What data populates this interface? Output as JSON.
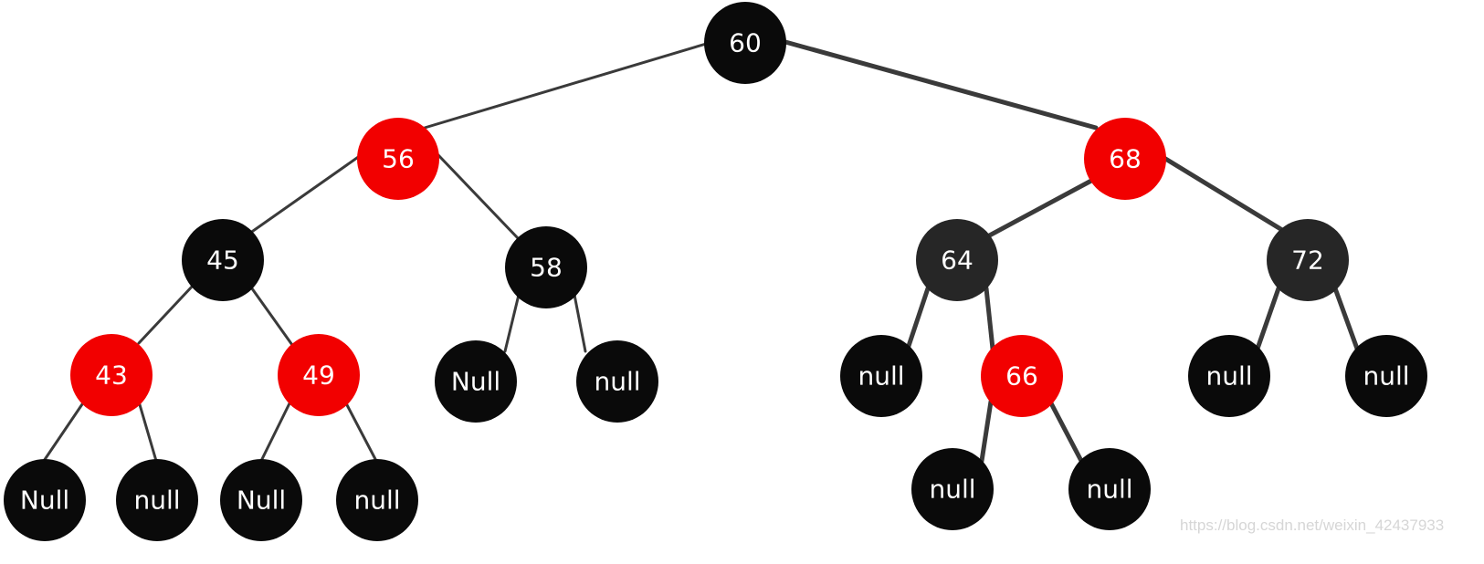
{
  "colors": {
    "black_node": "#0a0a0a",
    "dark_node": "#262626",
    "red_node": "#f20000",
    "edge": "#3a3a3a",
    "label": "#ffffff"
  },
  "nodes": {
    "n60": {
      "label": "60",
      "color": "black"
    },
    "n56": {
      "label": "56",
      "color": "red"
    },
    "n68": {
      "label": "68",
      "color": "red"
    },
    "n45": {
      "label": "45",
      "color": "black"
    },
    "n58": {
      "label": "58",
      "color": "black"
    },
    "n64": {
      "label": "64",
      "color": "black"
    },
    "n72": {
      "label": "72",
      "color": "black"
    },
    "n43": {
      "label": "43",
      "color": "red"
    },
    "n49": {
      "label": "49",
      "color": "red"
    },
    "n58L": {
      "label": "Null",
      "color": "black"
    },
    "n58R": {
      "label": "null",
      "color": "black"
    },
    "n64L": {
      "label": "null",
      "color": "black"
    },
    "n66": {
      "label": "66",
      "color": "red"
    },
    "n72L": {
      "label": "null",
      "color": "black"
    },
    "n72R": {
      "label": "null",
      "color": "black"
    },
    "n43L": {
      "label": "Null",
      "color": "black"
    },
    "n43R": {
      "label": "null",
      "color": "black"
    },
    "n49L": {
      "label": "Null",
      "color": "black"
    },
    "n49R": {
      "label": "null",
      "color": "black"
    },
    "n66L": {
      "label": "null",
      "color": "black"
    },
    "n66R": {
      "label": "null",
      "color": "black"
    }
  },
  "watermark": "https://blog.csdn.net/weixin_42437933"
}
